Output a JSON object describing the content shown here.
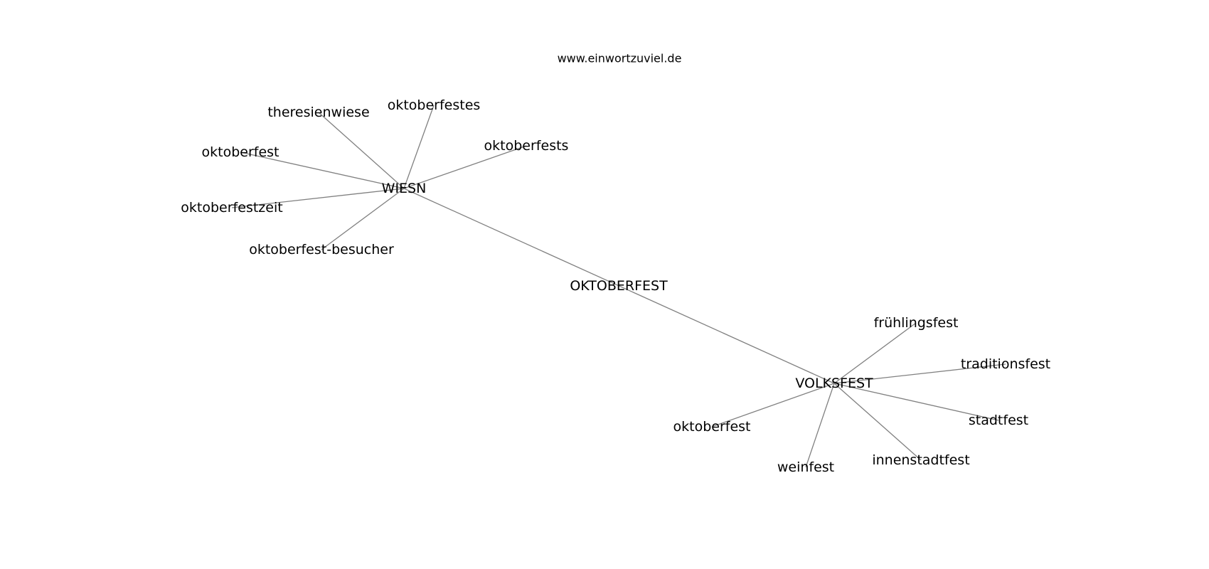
{
  "source": "www.einwortzuviel.de",
  "graph": {
    "nodes": [
      {
        "id": "oktoberfest_center",
        "label": "OKTOBERFEST"
      },
      {
        "id": "wiesn",
        "label": "WIESN"
      },
      {
        "id": "volksfest",
        "label": "VOLKSFEST"
      },
      {
        "id": "theresienwiese",
        "label": "theresienwiese"
      },
      {
        "id": "oktoberfestes",
        "label": "oktoberfestes"
      },
      {
        "id": "oktoberfests",
        "label": "oktoberfests"
      },
      {
        "id": "oktoberfest_w",
        "label": "oktoberfest"
      },
      {
        "id": "oktoberfestzeit",
        "label": "oktoberfestzeit"
      },
      {
        "id": "oktoberfest_besucher",
        "label": "oktoberfest-besucher"
      },
      {
        "id": "fruehlingsfest",
        "label": "frühlingsfest"
      },
      {
        "id": "traditionsfest",
        "label": "traditionsfest"
      },
      {
        "id": "stadtfest",
        "label": "stadtfest"
      },
      {
        "id": "innenstadtfest",
        "label": "innenstadtfest"
      },
      {
        "id": "weinfest",
        "label": "weinfest"
      },
      {
        "id": "oktoberfest_v",
        "label": "oktoberfest"
      }
    ],
    "edges": [
      {
        "source": "wiesn",
        "target": "volksfest"
      },
      {
        "source": "wiesn",
        "target": "theresienwiese"
      },
      {
        "source": "wiesn",
        "target": "oktoberfestes"
      },
      {
        "source": "wiesn",
        "target": "oktoberfests"
      },
      {
        "source": "wiesn",
        "target": "oktoberfest_w"
      },
      {
        "source": "wiesn",
        "target": "oktoberfestzeit"
      },
      {
        "source": "wiesn",
        "target": "oktoberfest_besucher"
      },
      {
        "source": "volksfest",
        "target": "fruehlingsfest"
      },
      {
        "source": "volksfest",
        "target": "traditionsfest"
      },
      {
        "source": "volksfest",
        "target": "stadtfest"
      },
      {
        "source": "volksfest",
        "target": "innenstadtfest"
      },
      {
        "source": "volksfest",
        "target": "weinfest"
      },
      {
        "source": "volksfest",
        "target": "oktoberfest_v"
      }
    ]
  }
}
